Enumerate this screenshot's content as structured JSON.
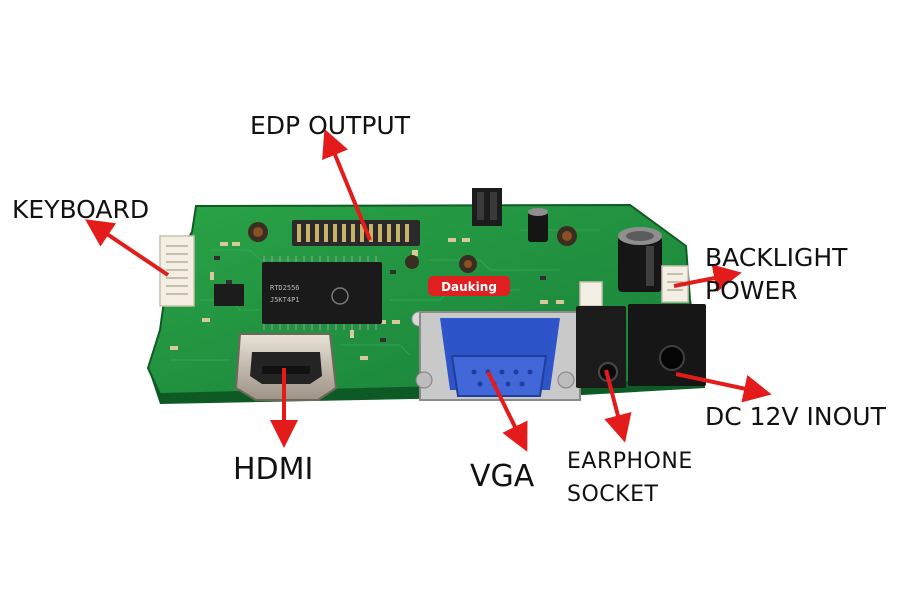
{
  "labels": {
    "keyboard": "KEYBOARD",
    "edp_output": "EDP OUTPUT",
    "backlight_line1": "BACKLIGHT",
    "backlight_line2": "POWER",
    "hdmi": "HDMI",
    "vga": "VGA",
    "earphone_line1": "EARPHONE",
    "earphone_line2": "SOCKET",
    "dc_input": "DC 12V INOUT"
  },
  "board": {
    "brand": "Dauking",
    "chip_line1": "RTD2556",
    "chip_line2": "J5KT4P1"
  },
  "colors": {
    "pcb": "#1f8f3a",
    "arrow": "#e41b1b",
    "vga_port": "#2d55c9",
    "label_text": "#111111"
  },
  "icons": [
    "arrow-icon"
  ]
}
